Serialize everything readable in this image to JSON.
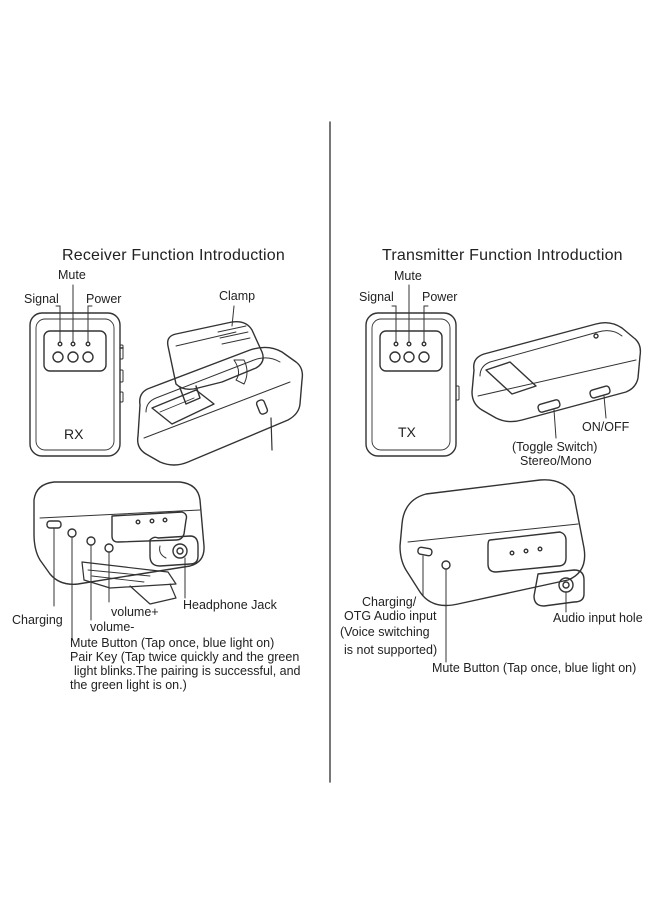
{
  "receiver": {
    "title": "Receiver Function Introduction",
    "indicators": {
      "mute": "Mute",
      "signal": "Signal",
      "power": "Power"
    },
    "clamp": "Clamp",
    "device_label": "RX",
    "callouts": {
      "charging": "Charging",
      "volume_plus": "volume+",
      "volume_minus": "volume-",
      "headphone_jack": "Headphone Jack",
      "mute_button": "Mute Button (Tap once, blue light on)",
      "pair_key_1": "Pair Key (Tap twice quickly and the green",
      "pair_key_2": "light blinks.The pairing is successful, and",
      "pair_key_3": "the green light is on.)"
    }
  },
  "transmitter": {
    "title": "Transmitter Function Introduction",
    "indicators": {
      "mute": "Mute",
      "signal": "Signal",
      "power": "Power"
    },
    "device_label": "TX",
    "on_off": "ON/OFF",
    "toggle_1": "(Toggle Switch)",
    "toggle_2": "Stereo/Mono",
    "callouts": {
      "charging_1": "Charging/",
      "charging_2": "OTG Audio input",
      "charging_3": "(Voice switching",
      "charging_4": "is not supported)",
      "audio_input": "Audio input hole",
      "mute_button": "Mute Button (Tap once, blue light on)"
    }
  },
  "colors": {
    "line": "#333333",
    "divider": "#555555"
  }
}
